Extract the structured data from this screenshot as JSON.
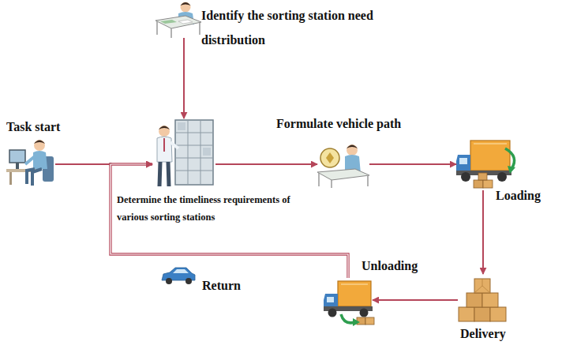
{
  "diagram": {
    "nodes": [
      {
        "text": [
          "Task start"
        ]
      },
      {
        "text": [
          "Identify the sorting station need distribution"
        ]
      },
      {
        "text": [
          "Determine the timeliness requirements of various sorting stations"
        ]
      },
      {
        "text": [
          "Formulate vehicle path"
        ]
      },
      {
        "text": [
          "Loading"
        ]
      },
      {
        "text": [
          "Delivery"
        ]
      },
      {
        "text": [
          "Unloading"
        ]
      }
    ],
    "edges": [
      {
        "from": 0,
        "to": 2,
        "arrow": "to"
      },
      {
        "from": 1,
        "to": 2,
        "arrow": "to"
      },
      {
        "from": 2,
        "to": 3,
        "arrow": "to"
      },
      {
        "from": 3,
        "to": 4,
        "arrow": "to"
      },
      {
        "from": 4,
        "to": 5,
        "arrow": "to"
      },
      {
        "from": 5,
        "to": 6,
        "arrow": "to"
      },
      {
        "from": 6,
        "to": 2,
        "label": "Return",
        "arrow": "to"
      }
    ]
  }
}
